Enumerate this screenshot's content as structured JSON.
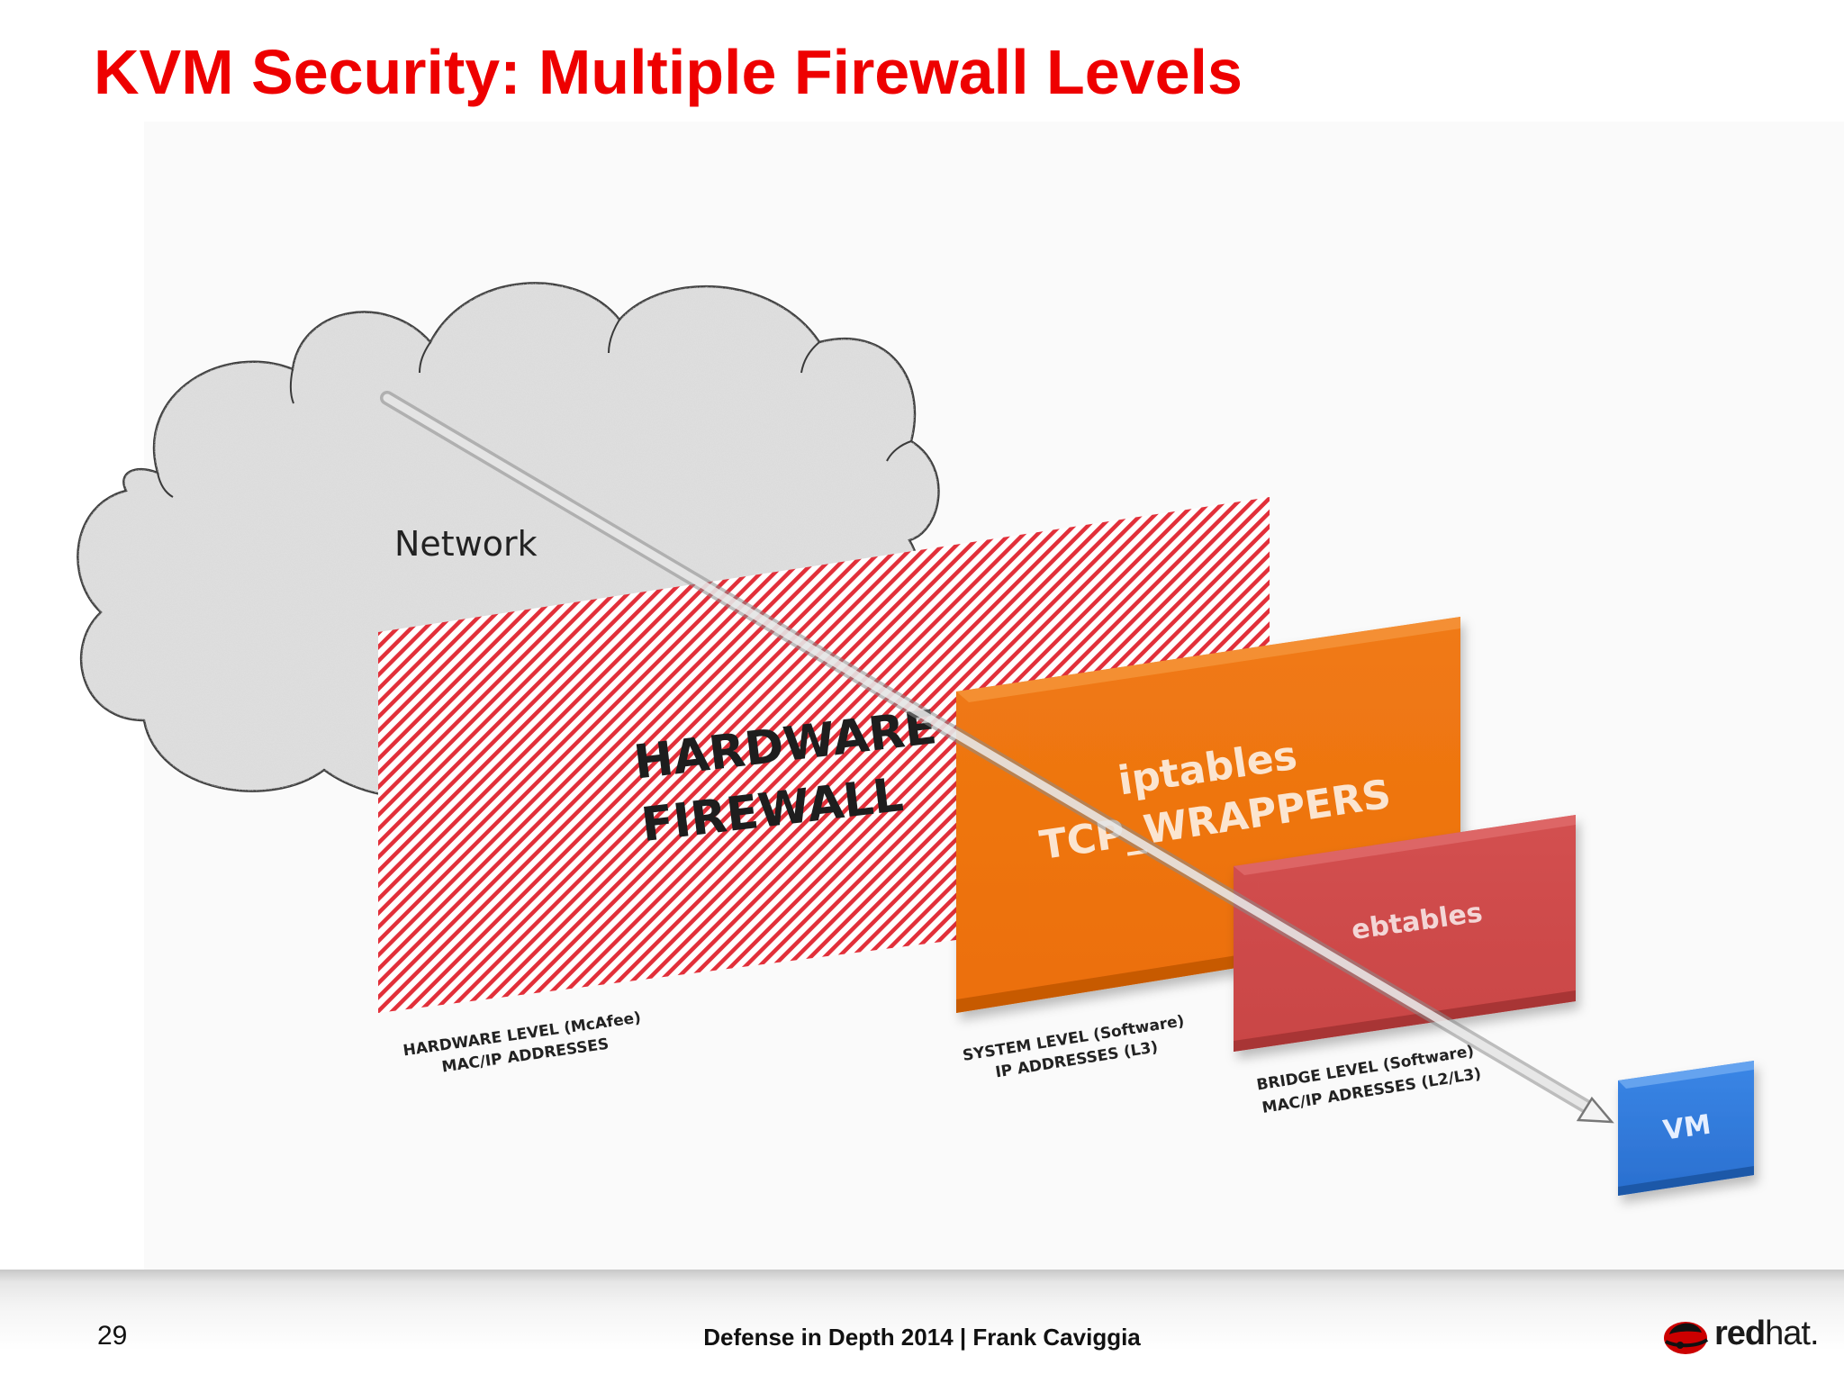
{
  "slide": {
    "title": "KVM Security: Multiple Firewall Levels",
    "page_number": "29",
    "footer": "Defense in Depth 2014 | Frank Caviggia"
  },
  "diagram": {
    "cloud_label": "Network",
    "hardware_firewall": {
      "title_line1": "HARDWARE",
      "title_line2": "FIREWALL",
      "caption_line1": "HARDWARE LEVEL (McAfee)",
      "caption_line2": "MAC/IP ADDRESSES"
    },
    "system_firewall": {
      "title_line1": "iptables",
      "title_line2": "TCP_WRAPPERS",
      "caption_line1": "SYSTEM LEVEL (Software)",
      "caption_line2": "IP ADDRESSES (L3)"
    },
    "bridge_firewall": {
      "title": "ebtables",
      "caption_line1": "BRIDGE  LEVEL (Software)",
      "caption_line2": "MAC/IP ADRESSES (L2/L3)"
    },
    "vm_label": "VM"
  },
  "logo": {
    "brand_bold": "red",
    "brand_light": "hat."
  },
  "colors": {
    "title": "#ee0000",
    "hatch": "#e2303a",
    "system_panel": "#ee700f",
    "bridge_panel": "#cf4a4a",
    "vm_box": "#2f78d8"
  }
}
